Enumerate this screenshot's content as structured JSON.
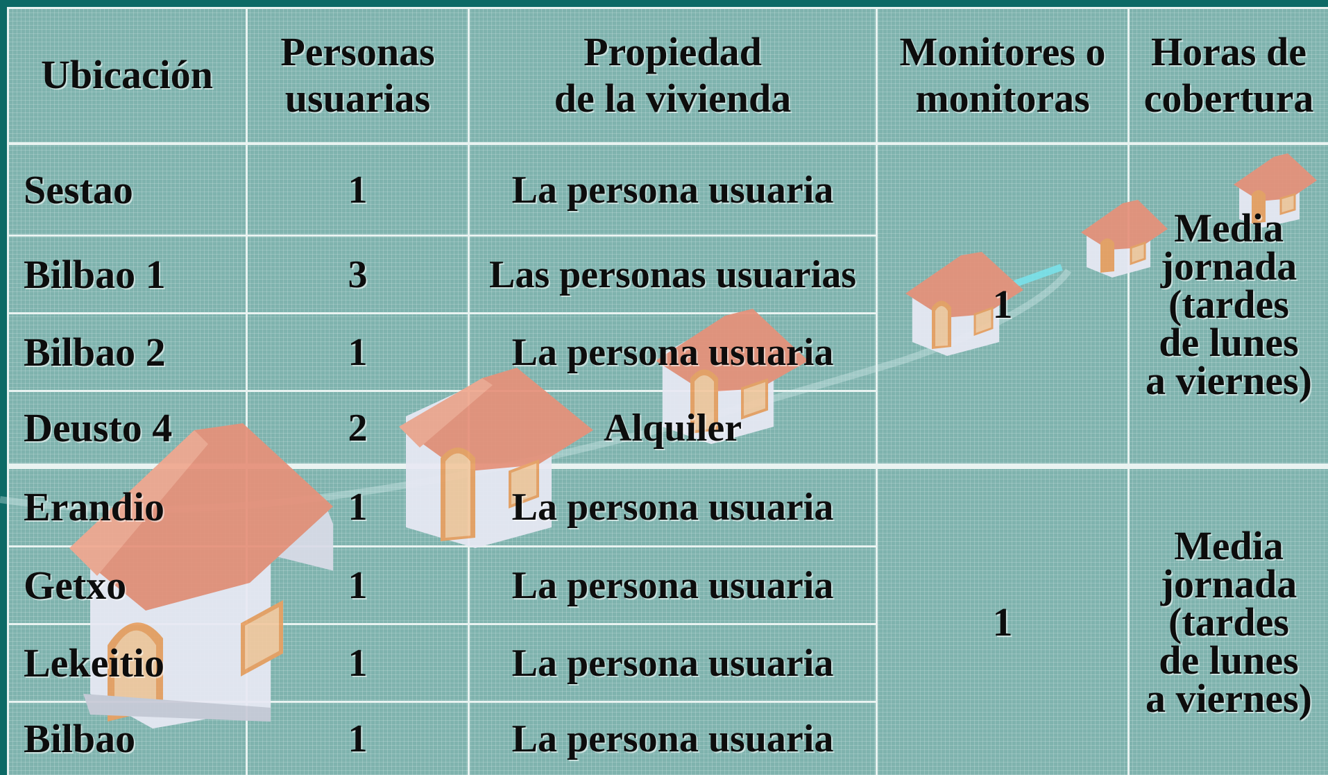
{
  "headers": {
    "ubicacion": "Ubicación",
    "personas": "Personas\nusuarias",
    "propiedad": "Propiedad\nde la vivienda",
    "monitores": "Monitores o\nmonitoras",
    "horas": "Horas de\ncobertura"
  },
  "rows": [
    {
      "ubicacion": "Sestao",
      "personas": "1",
      "propiedad": "La persona usuaria"
    },
    {
      "ubicacion": "Bilbao 1",
      "personas": "3",
      "propiedad": "Las personas usuarias"
    },
    {
      "ubicacion": "Bilbao 2",
      "personas": "1",
      "propiedad": "La persona usuaria"
    },
    {
      "ubicacion": "Deusto 4",
      "personas": "2",
      "propiedad": "Alquiler"
    },
    {
      "ubicacion": "Erandio",
      "personas": "1",
      "propiedad": "La persona usuaria"
    },
    {
      "ubicacion": "Getxo",
      "personas": "1",
      "propiedad": "La persona usuaria"
    },
    {
      "ubicacion": "Lekeitio",
      "personas": "1",
      "propiedad": "La persona usuaria"
    },
    {
      "ubicacion": "Bilbao",
      "personas": "1",
      "propiedad": "La persona usuaria"
    }
  ],
  "groups": [
    {
      "monitores": "1",
      "horas": "Media\njornada\n(tardes\nde lunes\na viernes)"
    },
    {
      "monitores": "1",
      "horas": "Media\njornada\n(tardes\nde lunes\na viernes)"
    }
  ],
  "colors": {
    "background": "#7fb3ae",
    "frame": "#0d6a66",
    "roof": "#e8937a",
    "wall": "#e6e7f2"
  },
  "decorations": [
    "house-icon"
  ]
}
